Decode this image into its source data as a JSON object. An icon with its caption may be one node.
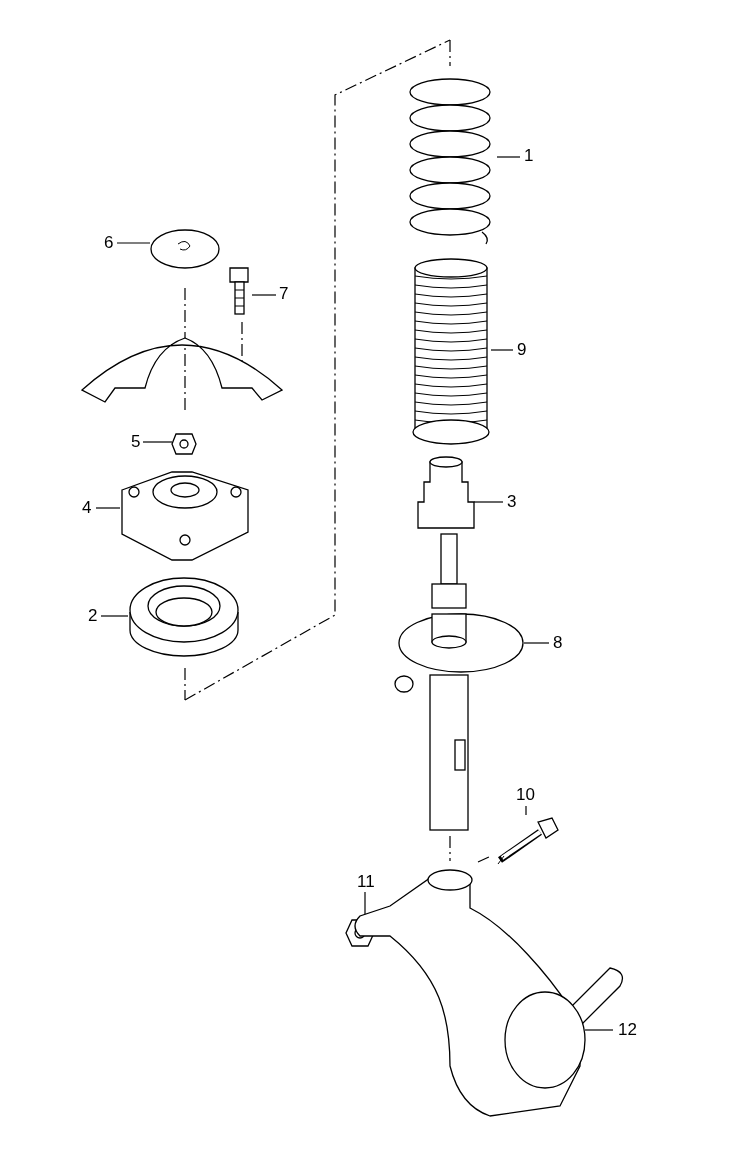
{
  "diagram": {
    "nodes": [
      {
        "text": [
          "1"
        ]
      },
      {
        "text": [],
        "shape": "picture"
      },
      {
        "text": [
          "6"
        ]
      },
      {
        "text": [],
        "shape": "picture"
      },
      {
        "text": [
          "7"
        ]
      },
      {
        "text": [],
        "shape": "picture"
      },
      {
        "text": [
          "9"
        ]
      },
      {
        "text": [],
        "shape": "picture"
      },
      {
        "text": [
          "5"
        ]
      },
      {
        "text": [],
        "shape": "picture"
      },
      {
        "text": [
          "3"
        ]
      },
      {
        "text": [],
        "shape": "picture"
      },
      {
        "text": [
          "4"
        ]
      },
      {
        "text": [],
        "shape": "picture"
      },
      {
        "text": [
          "2"
        ]
      },
      {
        "text": [],
        "shape": "picture"
      },
      {
        "text": [
          "8"
        ]
      },
      {
        "text": [],
        "shape": "picture"
      },
      {
        "text": [
          "10"
        ]
      },
      {
        "text": [],
        "shape": "picture"
      },
      {
        "text": [
          "11"
        ]
      },
      {
        "text": [],
        "shape": "picture"
      },
      {
        "text": [
          "12"
        ]
      },
      {
        "text": [],
        "shape": "picture"
      }
    ],
    "edges": [
      {
        "from": 0,
        "to": 1,
        "arrow": "none"
      },
      {
        "from": 2,
        "to": 3,
        "arrow": "none"
      },
      {
        "from": 4,
        "to": 5,
        "arrow": "none"
      },
      {
        "from": 6,
        "to": 7,
        "arrow": "none"
      },
      {
        "from": 8,
        "to": 9,
        "arrow": "none"
      },
      {
        "from": 10,
        "to": 11,
        "arrow": "none"
      },
      {
        "from": 12,
        "to": 13,
        "arrow": "none"
      },
      {
        "from": 14,
        "to": 15,
        "arrow": "none"
      },
      {
        "from": 16,
        "to": 17,
        "arrow": "none"
      },
      {
        "from": 18,
        "to": 19,
        "arrow": "none"
      },
      {
        "from": 20,
        "to": 21,
        "arrow": "none"
      },
      {
        "from": 22,
        "to": 23,
        "arrow": "none"
      }
    ]
  }
}
